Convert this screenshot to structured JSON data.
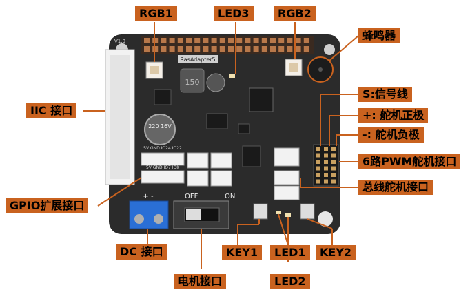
{
  "labels": {
    "rgb1": "RGB1",
    "led3": "LED3",
    "rgb2": "RGB2",
    "buzzer": "蜂鸣器",
    "signal": "S:信号线",
    "servo_pos": "+:  舵机正极",
    "servo_neg": "-:  舵机负极",
    "pwm6": "6路PWM舵机接口",
    "bus_servo": "总线舵机接口",
    "iic": "IIC 接口",
    "gpio": "GPIO扩展接口",
    "dc": "DC 接口",
    "motor": "电机接口",
    "key1": "KEY1",
    "led1": "LED1",
    "led2": "LED2",
    "key2": "KEY2"
  },
  "silkscreen": {
    "board_name": "RasAdapter5",
    "version": "V1.0",
    "gpio_pins": "5V GND IO24 IO22",
    "gpio_pins2": "5V GND IO7 IO8",
    "cap_value": "220 16V",
    "inductor": "150",
    "switch_off": "OFF",
    "switch_on": "ON",
    "dc_polarity": "+ -"
  },
  "colors": {
    "label_bg": "#c9621f",
    "board": "#2b2b2b",
    "pin_header": "#b8784a",
    "connector_white": "#f2f2f2",
    "terminal_blue": "#2a6fd6"
  }
}
